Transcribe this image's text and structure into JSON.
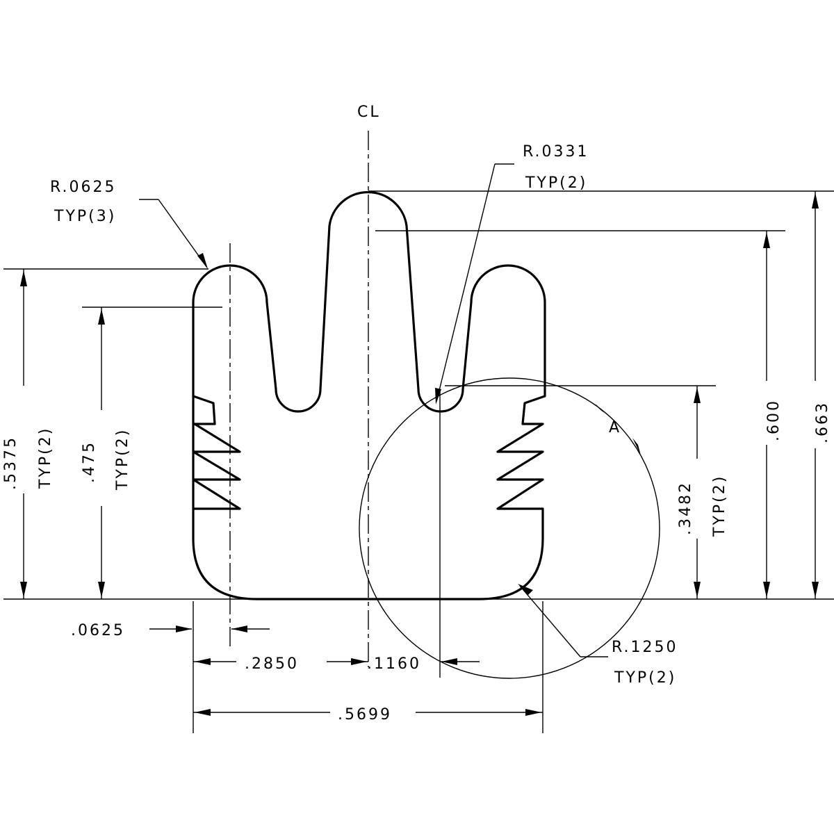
{
  "drawing": {
    "centerline_symbol": "CL",
    "detail_label": "A",
    "dimensions": {
      "r_0625": {
        "value": "R.0625",
        "note": "TYP(3)"
      },
      "r_0331": {
        "value": "R.0331",
        "note": "TYP(2)"
      },
      "r_1250": {
        "value": "R.1250",
        "note": "TYP(2)"
      },
      "h_5375": {
        "value": ".5375",
        "note": "TYP(2)"
      },
      "h_475": {
        "value": ".475",
        "note": "TYP(2)"
      },
      "h_3482": {
        "value": ".3482",
        "note": "TYP(2)"
      },
      "h_600": {
        "value": ".600"
      },
      "h_663": {
        "value": ".663"
      },
      "w_0625": {
        "value": ".0625"
      },
      "w_2850": {
        "value": ".2850"
      },
      "w_1160": {
        "value": ".1160"
      },
      "w_5699": {
        "value": ".5699"
      }
    }
  }
}
